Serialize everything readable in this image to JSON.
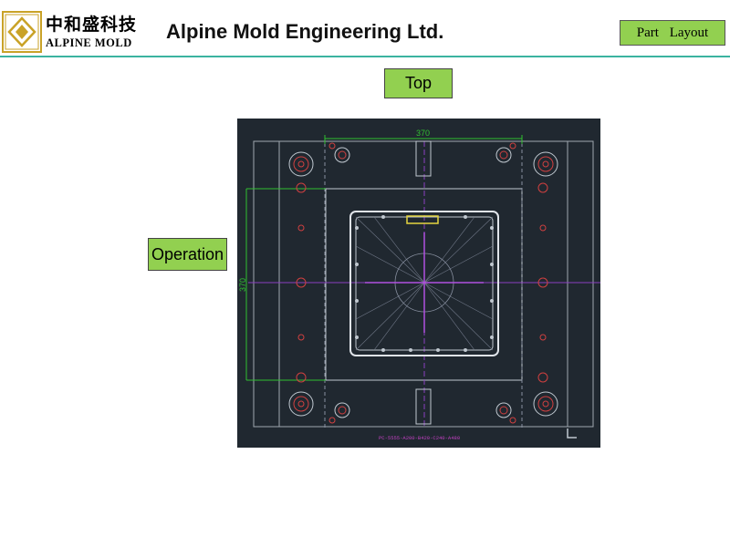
{
  "header": {
    "logo_cn": "中和盛科技",
    "logo_en": "ALPINE MOLD",
    "company_name": "Alpine Mold Engineering Ltd.",
    "section_button": "Part Layout"
  },
  "drawing": {
    "top_label": "Top",
    "side_label": "Operation",
    "dim_width": "370",
    "dim_height": "370",
    "part_code": "PC-5555-A200-B420-C240-A480"
  },
  "colors": {
    "accent_green": "#92d050",
    "rule_teal": "#3bb3a0",
    "cad_background": "#202830"
  }
}
